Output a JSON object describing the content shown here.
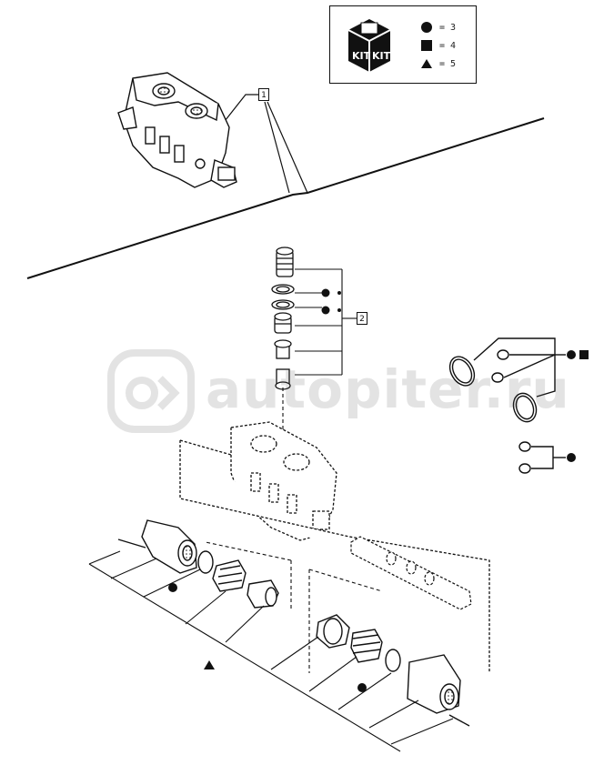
{
  "legend": {
    "kit_label_left": "KIT",
    "kit_label_right": "KIT",
    "rows": [
      {
        "symbol": "circle",
        "text": "= 3"
      },
      {
        "symbol": "square",
        "text": "= 4"
      },
      {
        "symbol": "triangle",
        "text": "= 5"
      }
    ]
  },
  "callouts": {
    "one": "1",
    "two": "2"
  },
  "watermark": {
    "text": "autopiter.ru"
  },
  "colors": {
    "ink": "#111111",
    "watermark": "#555555"
  }
}
